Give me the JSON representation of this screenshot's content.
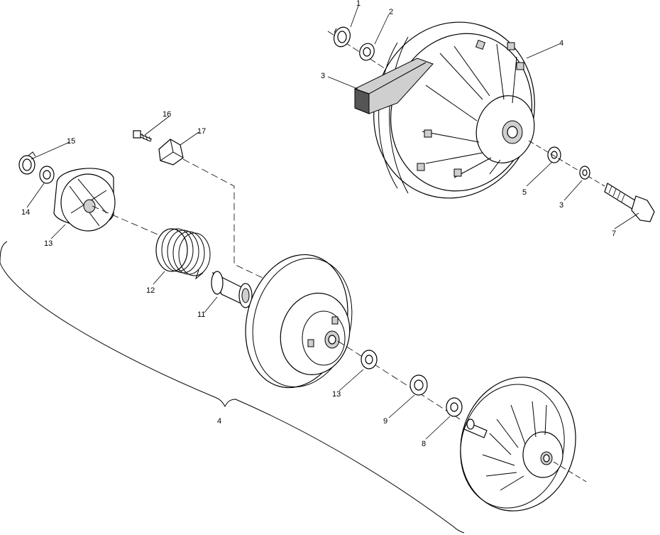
{
  "callouts": {
    "n1": "1",
    "n2": "2",
    "n3a": "3",
    "n4a": "4",
    "n5": "5",
    "n3b": "3",
    "n7": "7",
    "n16": "16",
    "n17": "17",
    "n15": "15",
    "n14": "14",
    "n13a": "13",
    "n12": "12",
    "n11": "11",
    "n13b": "13",
    "n9": "9",
    "n8": "8",
    "n4b": "4"
  }
}
